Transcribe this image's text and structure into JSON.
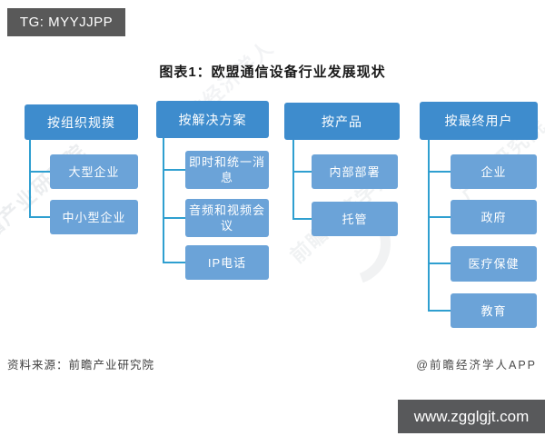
{
  "tag_box": {
    "label": "TG: MYYJJPP"
  },
  "title": "图表1：欧盟通信设备行业发展现状",
  "diagram": {
    "columns": [
      {
        "header": "按组织规摸",
        "children": [
          "大型企业",
          "中小型企业"
        ]
      },
      {
        "header": "按解决方案",
        "children": [
          "即时和统一消息",
          "音频和视频会议",
          "IP电话"
        ]
      },
      {
        "header": "按产品",
        "children": [
          "内部部署",
          "托管"
        ]
      },
      {
        "header": "按最终用户",
        "children": [
          "企业",
          "政府",
          "医疗保健",
          "教育"
        ]
      }
    ]
  },
  "colors": {
    "header_box": "#3e8ccd",
    "child_box": "#6ba3d8",
    "connector": "#2f9fd0",
    "tag_bg": "#595959",
    "sitebar_bg": "#58595b"
  },
  "footer": {
    "source": "资料来源：前瞻产业研究院",
    "credit": "@前瞻经济学人APP"
  },
  "site_bar": {
    "url": "www.zgglgjt.com"
  },
  "watermarks": {
    "text1": "前瞻产业研究院",
    "text2": "前瞻经济学人",
    "text3": "前瞻经济学人",
    "text4": "产业研究院"
  }
}
